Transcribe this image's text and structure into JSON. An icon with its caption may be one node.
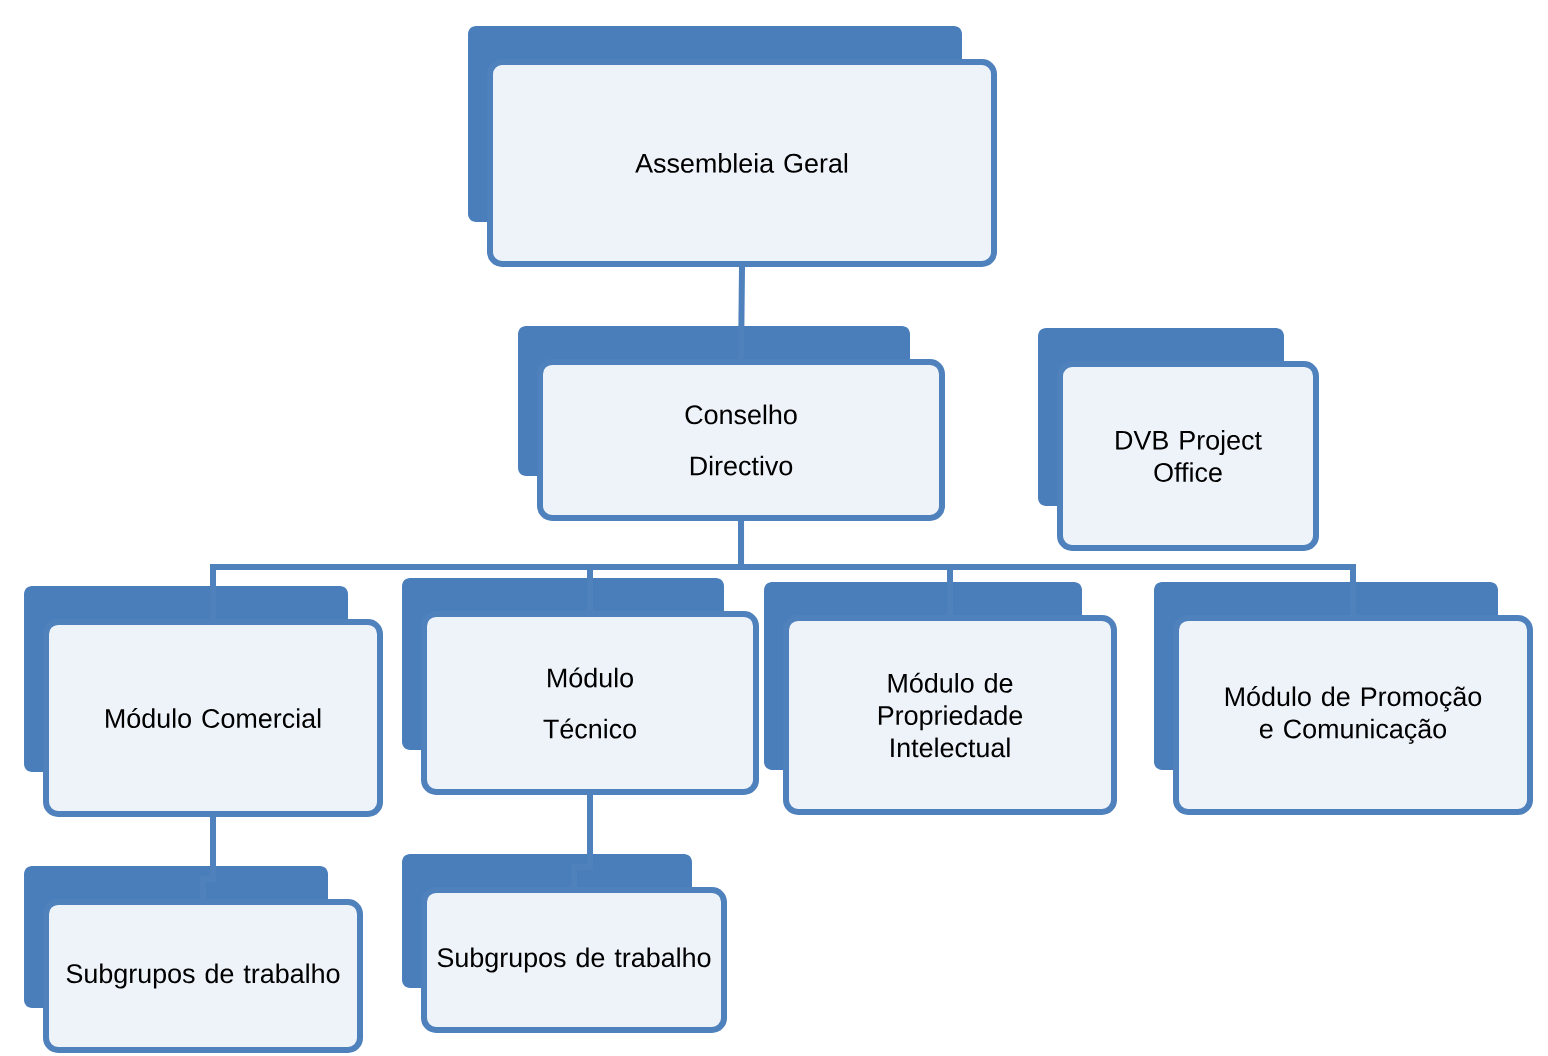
{
  "diagram": {
    "nodes": [
      {
        "text": [
          "Assembleia Geral"
        ]
      },
      {
        "text": [
          "Conselho Directivo"
        ]
      },
      {
        "text": [
          "DVB Project Office"
        ]
      },
      {
        "text": [
          "Módulo Comercial"
        ]
      },
      {
        "text": [
          "Módulo Técnico"
        ]
      },
      {
        "text": [
          "Módulo de Propriedade Intelectual"
        ]
      },
      {
        "text": [
          "Módulo de Promoção e Comunicação"
        ]
      },
      {
        "text": [
          "Subgrupos de trabalho"
        ]
      },
      {
        "text": [
          "Subgrupos de trabalho"
        ]
      }
    ],
    "edges": [
      {
        "from": 0,
        "to": 1,
        "arrow": "none"
      },
      {
        "from": 1,
        "to": 3,
        "arrow": "none"
      },
      {
        "from": 1,
        "to": 4,
        "arrow": "none"
      },
      {
        "from": 1,
        "to": 5,
        "arrow": "none"
      },
      {
        "from": 1,
        "to": 6,
        "arrow": "none"
      },
      {
        "from": 3,
        "to": 7,
        "arrow": "none"
      },
      {
        "from": 4,
        "to": 8,
        "arrow": "none"
      }
    ]
  }
}
